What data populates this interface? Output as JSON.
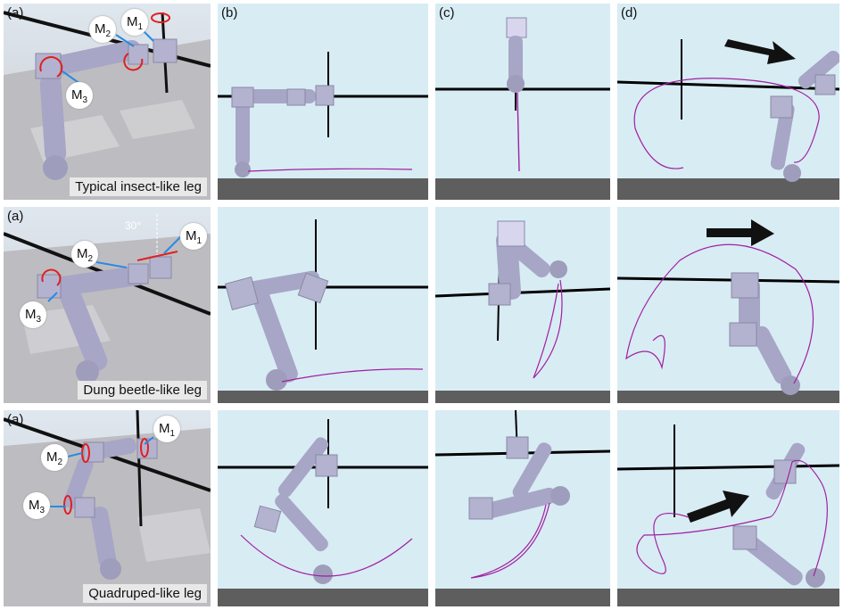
{
  "columns": [
    "(a)",
    "(b)",
    "(c)",
    "(d)"
  ],
  "rows": [
    {
      "caption": "Typical insect-like leg",
      "motors": [
        "M1",
        "M2",
        "M3"
      ]
    },
    {
      "caption": "Dung beetle-like leg",
      "motors": [
        "M1",
        "M2",
        "M3"
      ],
      "angle": "30°"
    },
    {
      "caption": "Quadruped-like leg",
      "motors": [
        "M1",
        "M2",
        "M3"
      ]
    }
  ],
  "colors": {
    "trajectory": "#a020a0",
    "motor_arrow": "#e02020",
    "axis_arrow": "#2a8ae0",
    "leg": "#a7a6c6",
    "sky": "#d8ecf4",
    "ground": "#5e5e5e"
  }
}
